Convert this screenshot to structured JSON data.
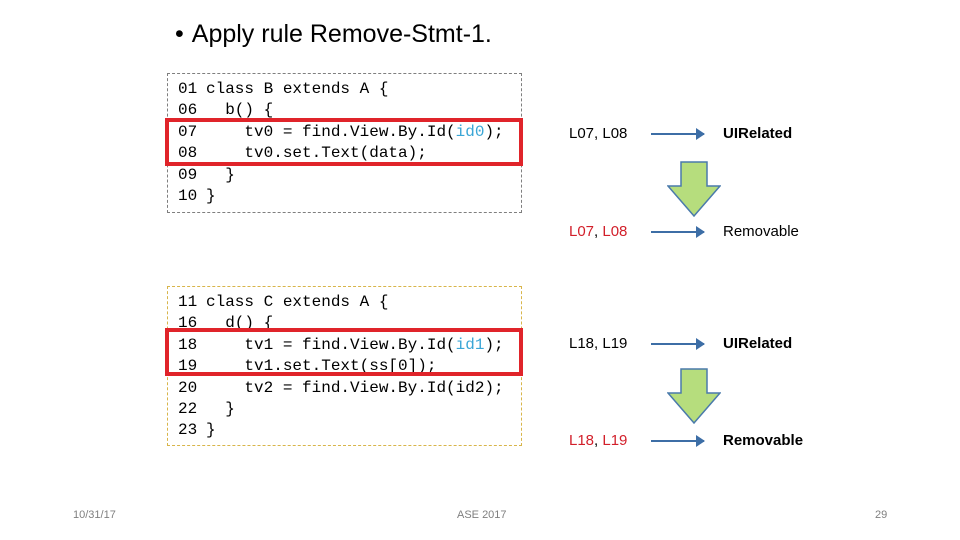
{
  "slide": {
    "bullet": "•",
    "title": "Apply rule Remove-Stmt-1."
  },
  "code_block_1": {
    "lines": [
      {
        "num": "01",
        "pre": "class B extends A {",
        "id": "",
        "post": ""
      },
      {
        "num": "06",
        "pre": "  b() {",
        "id": "",
        "post": ""
      },
      {
        "num": "07",
        "pre": "    tv0 = find.View.By.Id(",
        "id": "id0",
        "post": ");"
      },
      {
        "num": "08",
        "pre": "    tv0.set.Text(data);",
        "id": "",
        "post": ""
      },
      {
        "num": "09",
        "pre": "  }",
        "id": "",
        "post": ""
      },
      {
        "num": "10",
        "pre": "}",
        "id": "",
        "post": ""
      }
    ]
  },
  "code_block_2": {
    "lines": [
      {
        "num": "11",
        "pre": "class C extends A {",
        "id": "",
        "post": ""
      },
      {
        "num": "16",
        "pre": "  d() {",
        "id": "",
        "post": ""
      },
      {
        "num": "18",
        "pre": "    tv1 = find.View.By.Id(",
        "id": "id1",
        "post": ");"
      },
      {
        "num": "19",
        "pre": "    tv1.set.Text(ss[0]);",
        "id": "",
        "post": ""
      },
      {
        "num": "20",
        "pre": "    tv2 = find.View.By.Id(id2);",
        "id": "",
        "post": ""
      },
      {
        "num": "22",
        "pre": "  }",
        "id": "",
        "post": ""
      },
      {
        "num": "23",
        "pre": "}",
        "id": "",
        "post": ""
      }
    ]
  },
  "labels": {
    "row1_lines": "L07, L08",
    "row1_status": "UIRelated",
    "row2_l1": "L07",
    "row2_sep": ", ",
    "row2_l2": "L08",
    "row2_status": "Removable",
    "row3_lines": "L18, L19",
    "row3_status": "UIRelated",
    "row4_l1": "L18",
    "row4_sep": ", ",
    "row4_l2": "L19",
    "row4_status": "Removable"
  },
  "footer": {
    "date": "10/31/17",
    "conference": "ASE 2017",
    "page": "29"
  },
  "colors": {
    "highlight_box": "#e0242a",
    "removed_line_text": "#d21f2a",
    "code_id": "#3aa6d6",
    "arrow": "#3d6ea6",
    "down_arrow_fill": "#b6dd7d",
    "down_arrow_stroke": "#4a7aab"
  }
}
